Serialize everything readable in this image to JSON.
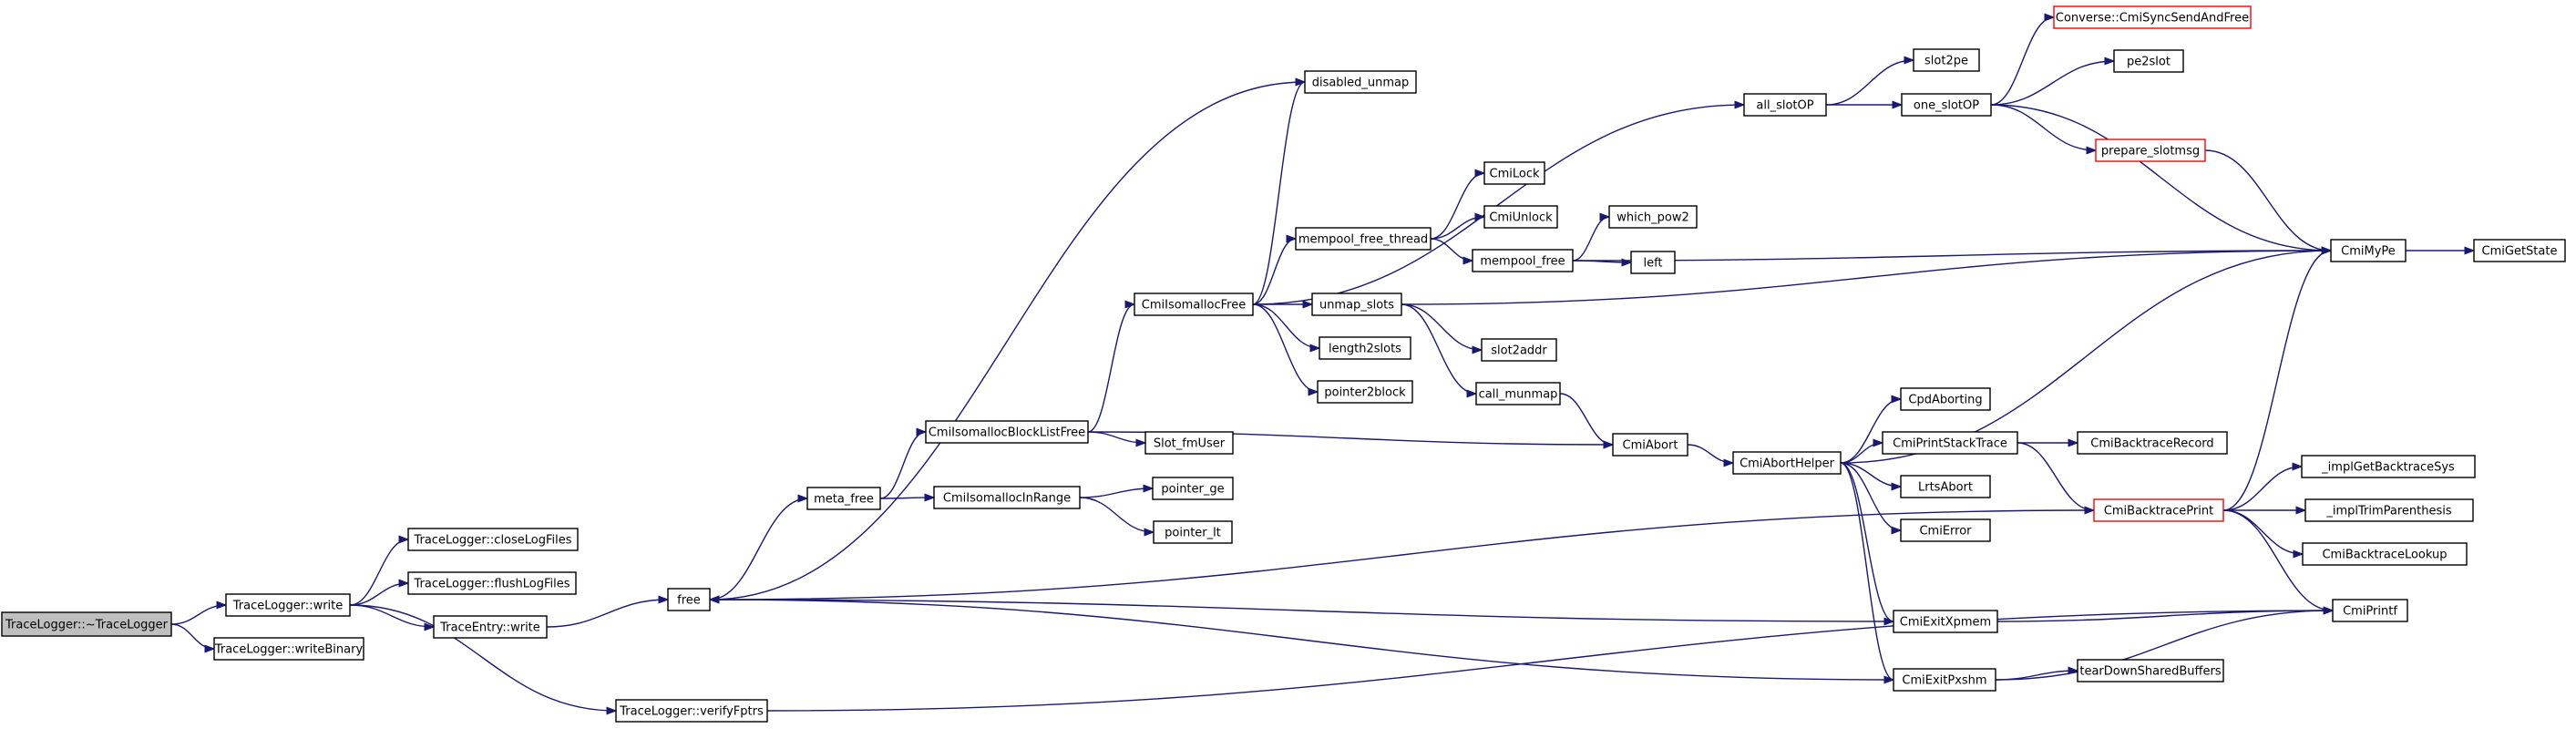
{
  "graph": {
    "kind": "call-graph",
    "node_color": "#ffffff",
    "root_color": "#bfbfbf",
    "truncated_border_color": "#ff0000",
    "edge_color": "#191970",
    "nodes": [
      {
        "id": "root",
        "label": "TraceLogger::~TraceLogger",
        "root": true
      },
      {
        "id": "write",
        "label": "TraceLogger::write"
      },
      {
        "id": "writeBinary",
        "label": "TraceLogger::writeBinary"
      },
      {
        "id": "closeLogFiles",
        "label": "TraceLogger::closeLogFiles"
      },
      {
        "id": "flushLogFiles",
        "label": "TraceLogger::flushLogFiles"
      },
      {
        "id": "entryWrite",
        "label": "TraceEntry::write"
      },
      {
        "id": "verifyFptrs",
        "label": "TraceLogger::verifyFptrs"
      },
      {
        "id": "free",
        "label": "free"
      },
      {
        "id": "meta_free",
        "label": "meta_free"
      },
      {
        "id": "blockListFree",
        "label": "CmiIsomallocBlockListFree"
      },
      {
        "id": "inRange",
        "label": "CmiIsomallocInRange"
      },
      {
        "id": "slotFmUser",
        "label": "Slot_fmUser"
      },
      {
        "id": "pointer_ge",
        "label": "pointer_ge"
      },
      {
        "id": "pointer_lt",
        "label": "pointer_lt"
      },
      {
        "id": "isoFree",
        "label": "CmiIsomallocFree"
      },
      {
        "id": "disabled_unmap",
        "label": "disabled_unmap"
      },
      {
        "id": "mempool_free_thread",
        "label": "mempool_free_thread"
      },
      {
        "id": "unmap_slots",
        "label": "unmap_slots"
      },
      {
        "id": "length2slots",
        "label": "length2slots"
      },
      {
        "id": "pointer2block",
        "label": "pointer2block"
      },
      {
        "id": "cmiLock",
        "label": "CmiLock"
      },
      {
        "id": "cmiUnlock",
        "label": "CmiUnlock"
      },
      {
        "id": "mempool_free",
        "label": "mempool_free"
      },
      {
        "id": "which_pow2",
        "label": "which_pow2"
      },
      {
        "id": "left",
        "label": "left"
      },
      {
        "id": "slot2addr",
        "label": "slot2addr"
      },
      {
        "id": "call_munmap",
        "label": "call_munmap"
      },
      {
        "id": "all_slotOP",
        "label": "all_slotOP"
      },
      {
        "id": "slot2pe",
        "label": "slot2pe"
      },
      {
        "id": "one_slotOP",
        "label": "one_slotOP"
      },
      {
        "id": "syncSend",
        "label": "Converse::CmiSyncSendAndFree",
        "truncated": true
      },
      {
        "id": "pe2slot",
        "label": "pe2slot"
      },
      {
        "id": "prepare_slotmsg",
        "label": "prepare_slotmsg",
        "truncated": true
      },
      {
        "id": "cmiAbort",
        "label": "CmiAbort"
      },
      {
        "id": "abortHelper",
        "label": "CmiAbortHelper"
      },
      {
        "id": "cpdAborting",
        "label": "CpdAborting"
      },
      {
        "id": "printStack",
        "label": "CmiPrintStackTrace"
      },
      {
        "id": "lrtsAbort",
        "label": "LrtsAbort"
      },
      {
        "id": "cmiError",
        "label": "CmiError"
      },
      {
        "id": "exitXpmem",
        "label": "CmiExitXpmem"
      },
      {
        "id": "exitPxshm",
        "label": "CmiExitPxshm"
      },
      {
        "id": "btRecord",
        "label": "CmiBacktraceRecord"
      },
      {
        "id": "btPrint",
        "label": "CmiBacktracePrint",
        "truncated": true
      },
      {
        "id": "tearDown",
        "label": "tearDownSharedBuffers"
      },
      {
        "id": "cmiMyPe",
        "label": "CmiMyPe"
      },
      {
        "id": "cmiGetState",
        "label": "CmiGetState"
      },
      {
        "id": "implGetBt",
        "label": "_implGetBacktraceSys"
      },
      {
        "id": "implTrim",
        "label": "_implTrimParenthesis"
      },
      {
        "id": "btLookup",
        "label": "CmiBacktraceLookup"
      },
      {
        "id": "cmiPrintf",
        "label": "CmiPrintf"
      }
    ],
    "edges": [
      {
        "from": "root",
        "to": "write"
      },
      {
        "from": "root",
        "to": "writeBinary"
      },
      {
        "from": "write",
        "to": "closeLogFiles"
      },
      {
        "from": "write",
        "to": "flushLogFiles"
      },
      {
        "from": "write",
        "to": "entryWrite"
      },
      {
        "from": "write",
        "to": "verifyFptrs"
      },
      {
        "from": "entryWrite",
        "to": "free"
      },
      {
        "from": "free",
        "to": "meta_free"
      },
      {
        "from": "free",
        "to": "disabled_unmap"
      },
      {
        "from": "meta_free",
        "to": "blockListFree"
      },
      {
        "from": "meta_free",
        "to": "inRange"
      },
      {
        "from": "inRange",
        "to": "pointer_ge"
      },
      {
        "from": "inRange",
        "to": "pointer_lt"
      },
      {
        "from": "blockListFree",
        "to": "slotFmUser"
      },
      {
        "from": "blockListFree",
        "to": "isoFree"
      },
      {
        "from": "blockListFree",
        "to": "cmiAbort"
      },
      {
        "from": "isoFree",
        "to": "disabled_unmap"
      },
      {
        "from": "isoFree",
        "to": "all_slotOP"
      },
      {
        "from": "isoFree",
        "to": "mempool_free_thread"
      },
      {
        "from": "isoFree",
        "to": "unmap_slots"
      },
      {
        "from": "isoFree",
        "to": "length2slots"
      },
      {
        "from": "isoFree",
        "to": "pointer2block"
      },
      {
        "from": "mempool_free_thread",
        "to": "cmiLock"
      },
      {
        "from": "mempool_free_thread",
        "to": "cmiUnlock"
      },
      {
        "from": "mempool_free_thread",
        "to": "mempool_free"
      },
      {
        "from": "mempool_free",
        "to": "which_pow2"
      },
      {
        "from": "mempool_free",
        "to": "left"
      },
      {
        "from": "mempool_free",
        "to": "cmiMyPe"
      },
      {
        "from": "unmap_slots",
        "to": "slot2addr"
      },
      {
        "from": "unmap_slots",
        "to": "call_munmap"
      },
      {
        "from": "unmap_slots",
        "to": "cmiMyPe"
      },
      {
        "from": "call_munmap",
        "to": "cmiAbort"
      },
      {
        "from": "all_slotOP",
        "to": "slot2pe"
      },
      {
        "from": "all_slotOP",
        "to": "one_slotOP"
      },
      {
        "from": "one_slotOP",
        "to": "syncSend"
      },
      {
        "from": "one_slotOP",
        "to": "pe2slot"
      },
      {
        "from": "one_slotOP",
        "to": "prepare_slotmsg"
      },
      {
        "from": "one_slotOP",
        "to": "cmiMyPe"
      },
      {
        "from": "prepare_slotmsg",
        "to": "cmiMyPe"
      },
      {
        "from": "cmiMyPe",
        "to": "cmiGetState"
      },
      {
        "from": "cmiAbort",
        "to": "abortHelper"
      },
      {
        "from": "abortHelper",
        "to": "cmiMyPe"
      },
      {
        "from": "abortHelper",
        "to": "cpdAborting"
      },
      {
        "from": "abortHelper",
        "to": "printStack"
      },
      {
        "from": "abortHelper",
        "to": "lrtsAbort"
      },
      {
        "from": "abortHelper",
        "to": "cmiError"
      },
      {
        "from": "abortHelper",
        "to": "exitXpmem"
      },
      {
        "from": "abortHelper",
        "to": "exitPxshm"
      },
      {
        "from": "printStack",
        "to": "btRecord"
      },
      {
        "from": "printStack",
        "to": "btPrint"
      },
      {
        "from": "btPrint",
        "to": "cmiMyPe"
      },
      {
        "from": "btPrint",
        "to": "implGetBt"
      },
      {
        "from": "btPrint",
        "to": "implTrim"
      },
      {
        "from": "btPrint",
        "to": "btLookup"
      },
      {
        "from": "btPrint",
        "to": "cmiPrintf"
      },
      {
        "from": "btPrint",
        "to": "free"
      },
      {
        "from": "exitXpmem",
        "to": "free"
      },
      {
        "from": "exitXpmem",
        "to": "cmiPrintf"
      },
      {
        "from": "exitPxshm",
        "to": "free"
      },
      {
        "from": "exitPxshm",
        "to": "tearDown"
      },
      {
        "from": "exitPxshm",
        "to": "cmiPrintf"
      },
      {
        "from": "verifyFptrs",
        "to": "cmiPrintf"
      }
    ]
  }
}
